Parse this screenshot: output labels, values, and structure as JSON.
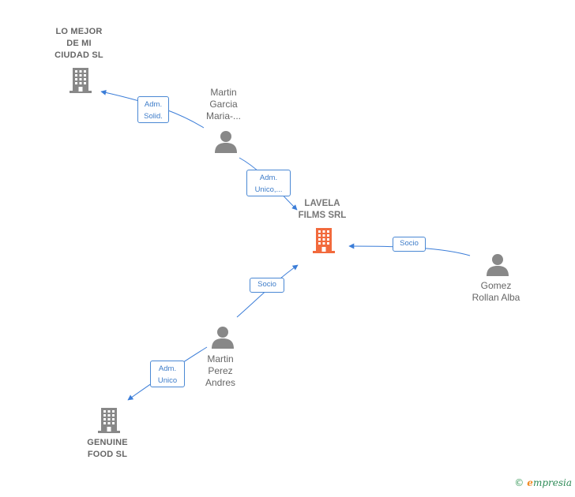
{
  "nodes": {
    "lo_mejor": {
      "label": "LO MEJOR\nDE MI\nCIUDAD SL",
      "kind": "company"
    },
    "lavela": {
      "label": "LAVELA\nFILMS SRL",
      "kind": "company-main"
    },
    "genuine": {
      "label": "GENUINE\nFOOD  SL",
      "kind": "company"
    },
    "martin_garcia": {
      "label": "Martin\nGarcia\nMaria-...",
      "kind": "person"
    },
    "martin_perez": {
      "label": "Martin\nPerez\nAndres",
      "kind": "person"
    },
    "gomez": {
      "label": "Gomez\nRollan Alba",
      "kind": "person"
    }
  },
  "edges": {
    "adm_solid": "Adm.\nSolid.",
    "adm_unico_trunc": "Adm.\nUnico,...",
    "socio_gomez": "Socio",
    "socio_perez": "Socio",
    "adm_unico": "Adm.\nUnico"
  },
  "colors": {
    "edge": "#3b7dd8",
    "company_icon": "#888888",
    "main_icon": "#f26a3d",
    "person_icon": "#888888"
  },
  "icons": {
    "company": "building-icon",
    "person": "person-icon"
  },
  "brand": {
    "copyright": "©",
    "name_initial": "e",
    "name_rest": "mpresia"
  }
}
